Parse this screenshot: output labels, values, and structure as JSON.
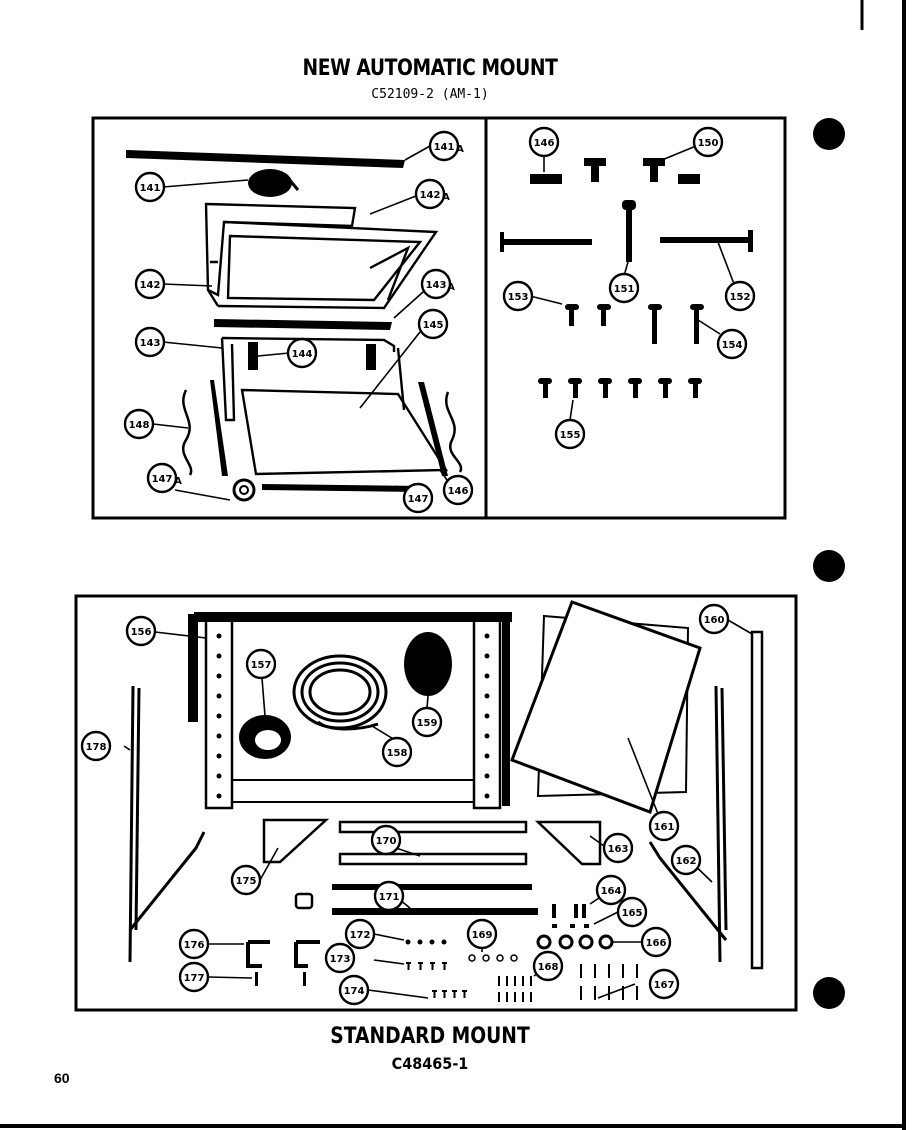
{
  "page": {
    "title_top": "NEW AUTOMATIC MOUNT",
    "subtitle_top": "C52109-2 (AM-1)",
    "title_bottom": "STANDARD MOUNT",
    "subtitle_bottom": "C48465-1",
    "page_number": "60"
  },
  "callouts": {
    "c141a": "141",
    "c141": "141",
    "c142a": "142",
    "c142": "142",
    "c143a": "143",
    "c143": "143",
    "c144": "144",
    "c145": "145",
    "c146a": "146",
    "c146b": "146",
    "c147a": "147",
    "c147": "147",
    "c148": "148",
    "c150": "150",
    "c151": "151",
    "c152": "152",
    "c153": "153",
    "c154": "154",
    "c155": "155",
    "c156": "156",
    "c157": "157",
    "c158": "158",
    "c159": "159",
    "c160": "160",
    "c161": "161",
    "c162": "162",
    "c163": "163",
    "c164": "164",
    "c165": "165",
    "c166": "166",
    "c167": "167",
    "c168": "168",
    "c169": "169",
    "c170": "170",
    "c171": "171",
    "c172": "172",
    "c173": "173",
    "c174": "174",
    "c175": "175",
    "c176": "176",
    "c177": "177",
    "c178": "178"
  },
  "suffix": "A"
}
